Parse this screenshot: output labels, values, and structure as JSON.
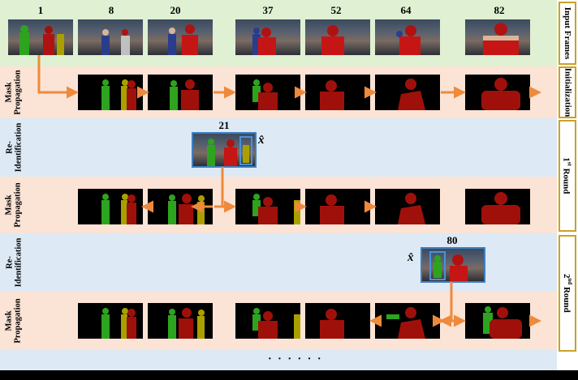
{
  "frames": [
    "1",
    "8",
    "20",
    "37",
    "52",
    "64",
    "82"
  ],
  "rows": {
    "mask_propagation": "Mask Propagation",
    "re_identification": "Re-Identification"
  },
  "side_labels": {
    "input_frames": "Input Frames",
    "initialization": "Initialization",
    "round1": "1st Round",
    "round2": "2nd Round"
  },
  "reid": {
    "frame_a": "21",
    "frame_b": "80",
    "symbol": "x̂"
  },
  "ellipsis": "· · · · · ·",
  "colors": {
    "arrow": "#ee8a3c",
    "person_red": "#a0100a",
    "person_green": "#2ea31f",
    "person_yellow": "#a9a000",
    "border_gold": "#c9a227"
  }
}
